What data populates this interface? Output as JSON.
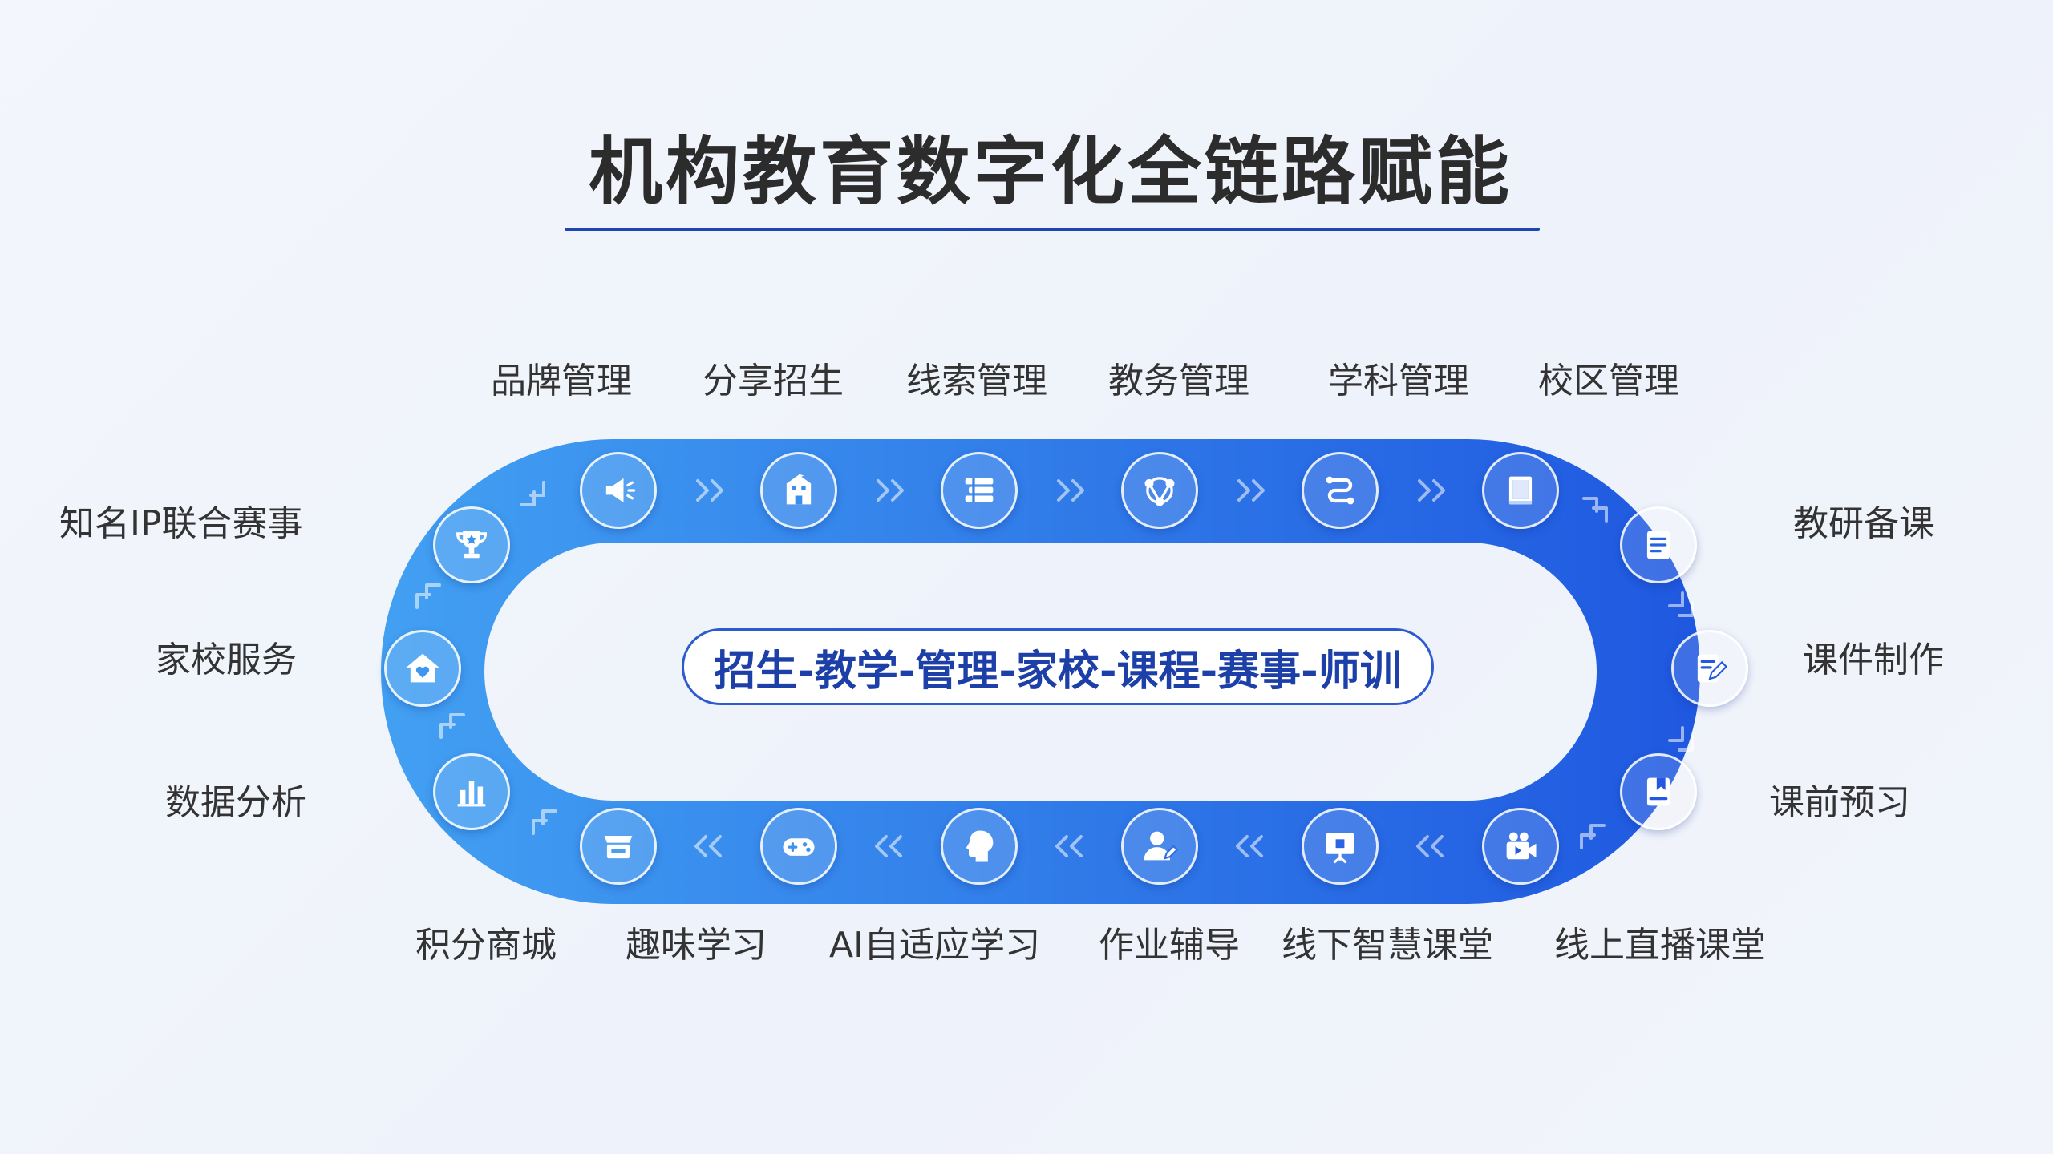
{
  "title": "机构教育数字化全链路赋能",
  "center_text": "招生-教学-管理-家校-课程-赛事-师训",
  "colors": {
    "loop_start": "#42a0f2",
    "loop_end": "#1f58e0",
    "title_underline": "#1c47b3",
    "pill_text": "#1d3fa8"
  },
  "top_items": [
    {
      "label": "品牌管理",
      "icon": "megaphone-icon"
    },
    {
      "label": "分享招生",
      "icon": "school-icon"
    },
    {
      "label": "线索管理",
      "icon": "books-stack-icon"
    },
    {
      "label": "教务管理",
      "icon": "network-icon"
    },
    {
      "label": "学科管理",
      "icon": "route-icon"
    },
    {
      "label": "校区管理",
      "icon": "book-icon"
    }
  ],
  "right_items": [
    {
      "label": "教研备课",
      "icon": "checklist-document-icon"
    },
    {
      "label": "课件制作",
      "icon": "edit-document-icon"
    },
    {
      "label": "课前预习",
      "icon": "bookmark-book-icon"
    }
  ],
  "bottom_items": [
    {
      "label": "积分商城",
      "icon": "store-icon"
    },
    {
      "label": "趣味学习",
      "icon": "gamepad-icon"
    },
    {
      "label": "AI自适应学习",
      "icon": "ai-head-icon"
    },
    {
      "label": "作业辅导",
      "icon": "tutor-icon"
    },
    {
      "label": "线下智慧课堂",
      "icon": "whiteboard-icon"
    },
    {
      "label": "线上直播课堂",
      "icon": "video-camera-icon"
    }
  ],
  "left_items": [
    {
      "label": "知名IP联合赛事",
      "icon": "trophy-icon"
    },
    {
      "label": "家校服务",
      "icon": "home-heart-icon"
    },
    {
      "label": "数据分析",
      "icon": "bar-chart-icon"
    }
  ]
}
